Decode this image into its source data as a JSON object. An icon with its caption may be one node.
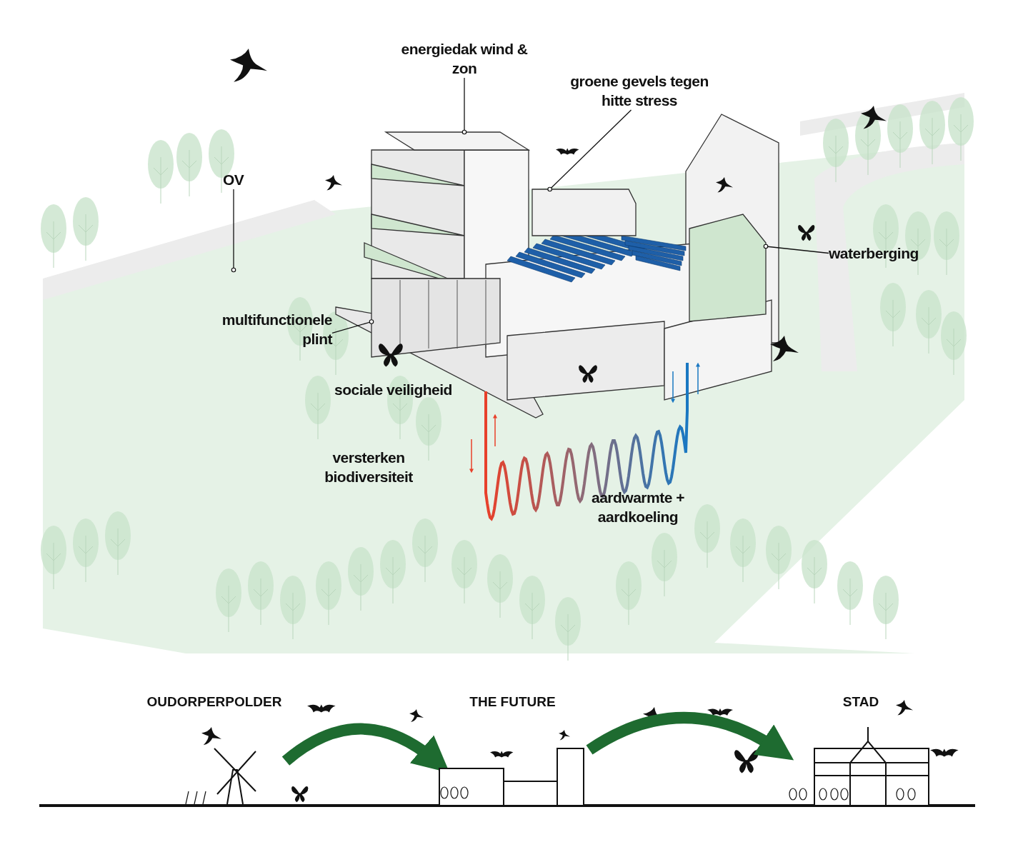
{
  "diagram": {
    "nodes": [
      {
        "text": [
          "energiedak wind & zon"
        ]
      },
      {
        "text": [],
        "shape": "box"
      },
      {
        "text": [
          "groene gevels tegen hitte stress"
        ]
      },
      {
        "text": [],
        "shape": "box"
      },
      {
        "text": [
          "waterberging"
        ]
      },
      {
        "text": [],
        "shape": "box"
      },
      {
        "text": [
          "multifunctionele plint"
        ]
      },
      {
        "text": [],
        "shape": "box"
      },
      {
        "text": [
          "OV"
        ]
      },
      {
        "text": [
          "OUDORPERPOLDER"
        ]
      },
      {
        "text": [
          "THE FUTURE"
        ]
      },
      {
        "text": [
          "STAD"
        ]
      }
    ],
    "edges": [
      {
        "from": 0,
        "to": 1,
        "arrow": "other"
      },
      {
        "from": 2,
        "to": 3,
        "arrow": "other"
      },
      {
        "from": 4,
        "to": 5,
        "arrow": "other"
      },
      {
        "from": 6,
        "to": 7,
        "arrow": "other"
      },
      {
        "from": 8,
        "to": null,
        "arrow": "other"
      },
      {
        "from": 9,
        "to": 10,
        "arrow": "to",
        "style": "thick",
        "color": "#1e6b30"
      },
      {
        "from": 10,
        "to": 11,
        "arrow": "to",
        "style": "thick",
        "color": "#1e6b30"
      }
    ],
    "labels": [
      "sociale veiligheid",
      "versterken biodiversiteit",
      "aardwarmte + aardkoeling"
    ]
  }
}
